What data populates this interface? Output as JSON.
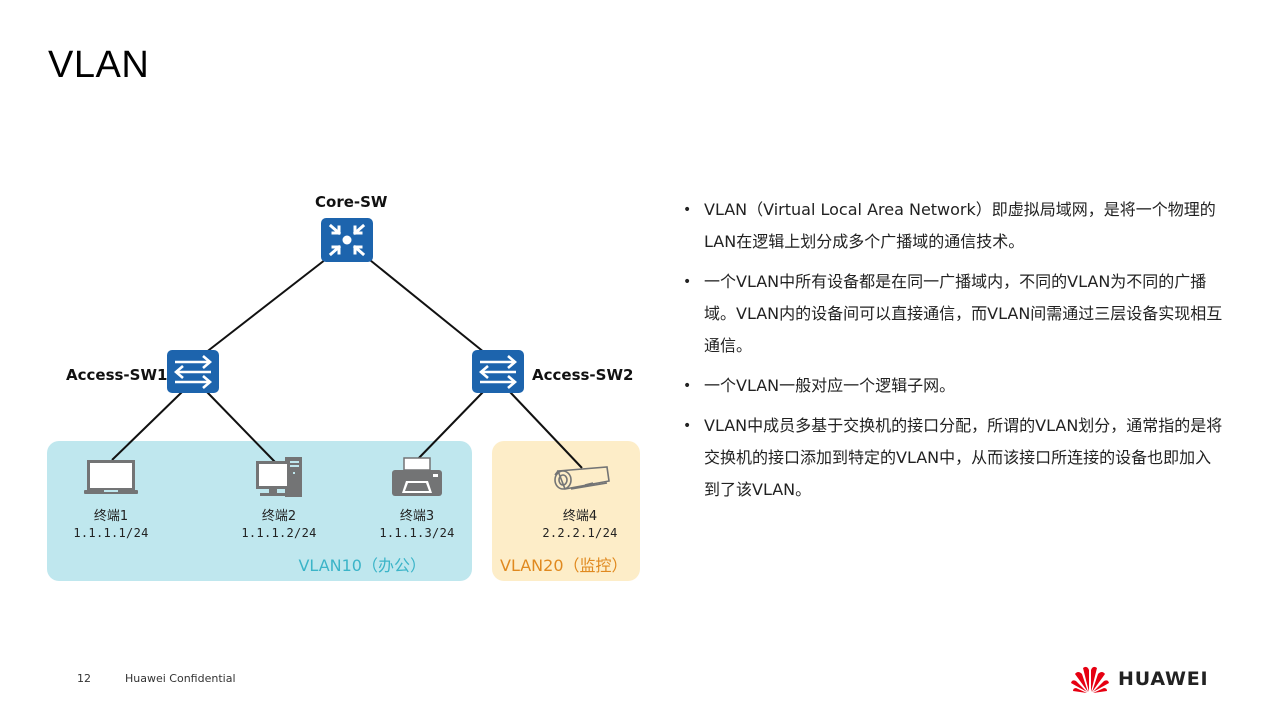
{
  "slide": {
    "title": "VLAN",
    "page_number": "12",
    "confidential": "Huawei Confidential"
  },
  "diagram": {
    "core_switch": {
      "label": "Core-SW",
      "icon": "router-switch-icon"
    },
    "access_switches": [
      {
        "label": "Access-SW1",
        "icon": "switch-icon"
      },
      {
        "label": "Access-SW2",
        "icon": "switch-icon"
      }
    ],
    "terminals": [
      {
        "name": "终端1",
        "ip": "1.1.1.1/24",
        "icon": "laptop-icon",
        "vlan": "VLAN10"
      },
      {
        "name": "终端2",
        "ip": "1.1.1.2/24",
        "icon": "desktop-pc-icon",
        "vlan": "VLAN10"
      },
      {
        "name": "终端3",
        "ip": "1.1.1.3/24",
        "icon": "printer-icon",
        "vlan": "VLAN10"
      },
      {
        "name": "终端4",
        "ip": "2.2.2.1/24",
        "icon": "camera-icon",
        "vlan": "VLAN20"
      }
    ],
    "zones": [
      {
        "label": "VLAN10（办公）",
        "color": "#3bb4c8",
        "bg": "#bfe7ee"
      },
      {
        "label": "VLAN20（监控）",
        "color": "#e0891f",
        "bg": "#fdedc8"
      }
    ]
  },
  "bullets": [
    "VLAN（Virtual Local Area Network）即虚拟局域网，是将一个物理的LAN在逻辑上划分成多个广播域的通信技术。",
    "一个VLAN中所有设备都是在同一广播域内，不同的VLAN为不同的广播域。VLAN内的设备间可以直接通信，而VLAN间需通过三层设备实现相互通信。",
    "一个VLAN一般对应一个逻辑子网。",
    "VLAN中成员多基于交换机的接口分配，所谓的VLAN划分，通常指的是将交换机的接口添加到特定的VLAN中，从而该接口所连接的设备也即加入到了该VLAN。"
  ],
  "brand": {
    "name": "HUAWEI",
    "logo_color": "#e60012",
    "switch_color": "#1d64ad"
  }
}
